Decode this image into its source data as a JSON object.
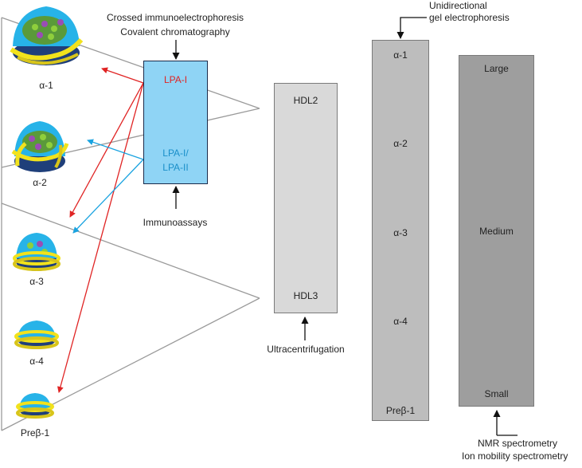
{
  "particles": [
    "α-1",
    "α-2",
    "α-3",
    "α-4",
    "Preβ-1"
  ],
  "lpa_box": {
    "lpa1": "LPA-I",
    "lpa2_line1": "LPA-I/",
    "lpa2_line2": "LPA-II",
    "method_top_line1": "Crossed immunoelectrophoresis",
    "method_top_line2": "Covalent chromatography",
    "method_bottom": "Immunoassays"
  },
  "hdl_box": {
    "top": "HDL2",
    "bottom": "HDL3",
    "method": "Ultracentrifugation"
  },
  "gel_box": {
    "method_line1": "Unidirectional",
    "method_line2": "gel electrophoresis",
    "bands": [
      "α-1",
      "α-2",
      "α-3",
      "α-4",
      "Preβ-1"
    ]
  },
  "size_box": {
    "top": "Large",
    "middle": "Medium",
    "bottom": "Small",
    "method_line1": "NMR spectrometry",
    "method_line2": "Ion mobility spectrometry"
  },
  "colors": {
    "lpa1_arrow": "#e02424",
    "lpa2_arrow": "#1aa3e0",
    "lpa_box_fill": "#8fd4f5",
    "hdl_box_fill": "#d9d9d9",
    "gel_box_fill": "#bdbdbd",
    "size_box_fill": "#9e9e9e",
    "particle_surface": "#27b3e8",
    "particle_core": "#1f3f7a",
    "apo_ribbon": "#f2e21c"
  }
}
